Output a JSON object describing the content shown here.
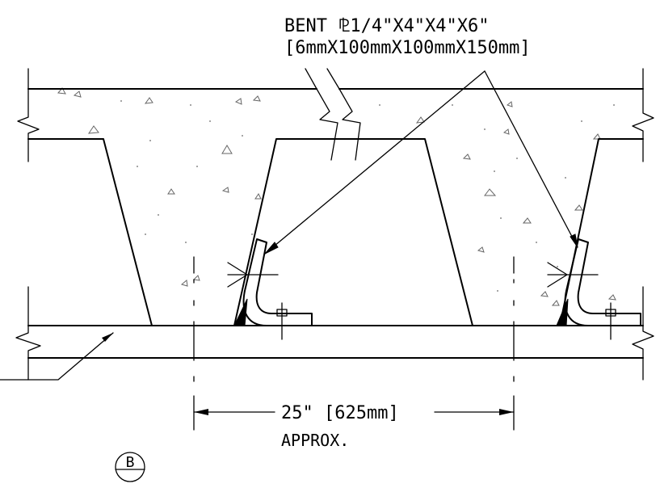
{
  "callout": {
    "line1": "BENT ⅊1/4\"X4\"X4\"X6\"",
    "line2": "[6mmX100mmX100mmX150mm]"
  },
  "dimension": {
    "value": "25\" [625mm]",
    "note": "APPROX."
  },
  "section_marker": {
    "letter": "B"
  }
}
